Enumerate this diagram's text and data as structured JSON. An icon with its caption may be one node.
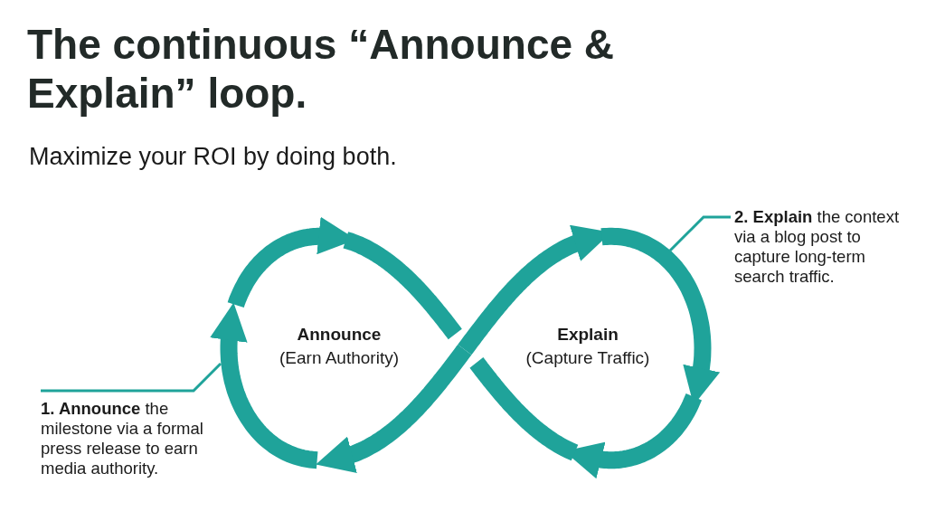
{
  "diagram": {
    "title": "The continuous “Announce & Explain” loop.",
    "nodes": [
      {
        "text": [
          "Announce",
          "(Earn Authority)"
        ]
      },
      {
        "text": [
          "Explain",
          "(Capture Traffic)"
        ]
      },
      {
        "text": [
          "**1. Announce** the milestone via a formal press release to earn media authority."
        ]
      },
      {
        "text": [
          "**2. Explain** the context via a blog post to capture long-term search traffic."
        ]
      }
    ],
    "edges": [
      {
        "from": 2,
        "to": 0,
        "arrow": "none"
      },
      {
        "from": 3,
        "to": 1,
        "arrow": "none"
      }
    ],
    "labels": [
      "Maximize your ROI by doing both."
    ]
  }
}
